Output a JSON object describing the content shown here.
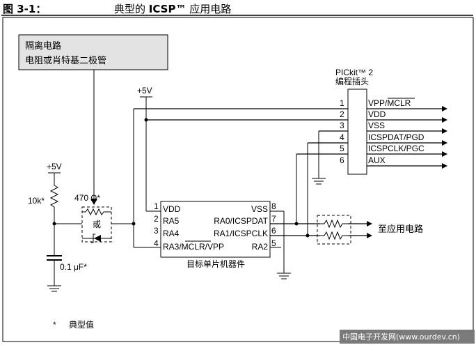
{
  "figure": {
    "number": "图 3-1：",
    "caption_prefix": "典型的 ",
    "caption_bold": "ICSP™",
    "caption_suffix": " 应用电路"
  },
  "isolation_box": {
    "line1": "隔离电路",
    "line2": "电阻或肖特基二极管"
  },
  "programmer": {
    "title": "PICkit™ 2",
    "subtitle": "编程插头",
    "pins": [
      {
        "num": "1",
        "label": "VPP/MCLR"
      },
      {
        "num": "2",
        "label": "VDD"
      },
      {
        "num": "3",
        "label": "VSS"
      },
      {
        "num": "4",
        "label": "ICSPDAT/PGD"
      },
      {
        "num": "5",
        "label": "ICSPCLK/PGC"
      },
      {
        "num": "6",
        "label": "AUX"
      }
    ]
  },
  "mcu": {
    "name": "目标单片机器件",
    "left_pins": [
      {
        "num": "1",
        "label": "VDD"
      },
      {
        "num": "2",
        "label": "RA5"
      },
      {
        "num": "3",
        "label": "RA4"
      },
      {
        "num": "4",
        "label": "RA3/MCLR/VPP"
      }
    ],
    "right_pins": [
      {
        "num": "8",
        "label": "VSS"
      },
      {
        "num": "7",
        "label": "RA0/ICSPDAT"
      },
      {
        "num": "6",
        "label": "RA1/ICSPCLK"
      },
      {
        "num": "5",
        "label": "RA2"
      }
    ]
  },
  "labels": {
    "plus5v_top": "+5V",
    "plus5v_left": "+5V",
    "resistor_10k": "10k*",
    "resistor_470": "470 Ω*",
    "or_text": "或",
    "capacitor": "0.1 μF*",
    "to_app": "至应用电路",
    "footnote_star": "*",
    "footnote_text": "典型值",
    "watermark": "中国电子开发网(www.ourdev.cn)"
  },
  "colors": {
    "box_fill": "#e3e3e3",
    "watermark_bg": "#7a7a7a",
    "watermark_text": "#ffffff"
  }
}
